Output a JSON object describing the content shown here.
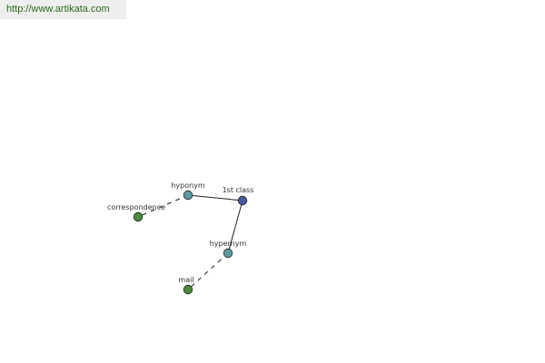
{
  "banner": {
    "url": "http://www.artikata.com"
  },
  "graph": {
    "nodes": [
      {
        "id": "first_class",
        "label": "1st class",
        "color": "#4a5aa0"
      },
      {
        "id": "hyponym",
        "label": "hyponym",
        "color": "#5a9aa0"
      },
      {
        "id": "hypernym",
        "label": "hypernym",
        "color": "#5a9aa0"
      },
      {
        "id": "correspondence",
        "label": "correspondence",
        "color": "#4a8a3a"
      },
      {
        "id": "mail",
        "label": "mail",
        "color": "#4a8a3a"
      }
    ],
    "edges": [
      {
        "from": "first_class",
        "to": "hyponym",
        "style": "solid"
      },
      {
        "from": "first_class",
        "to": "hypernym",
        "style": "solid"
      },
      {
        "from": "hyponym",
        "to": "correspondence",
        "style": "dashed"
      },
      {
        "from": "hypernym",
        "to": "mail",
        "style": "dashed"
      }
    ]
  }
}
